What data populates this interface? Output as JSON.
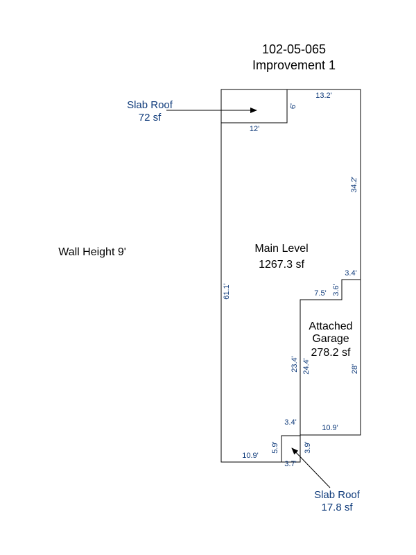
{
  "header": {
    "parcel": "102-05-065",
    "improvement": "Improvement 1"
  },
  "wall_height": "Wall Height 9'",
  "main_level": {
    "name": "Main Level",
    "area": "1267.3 sf"
  },
  "garage": {
    "name_line1": "Attached",
    "name_line2": "Garage",
    "area": "278.2 sf"
  },
  "slab_roof_top": {
    "name": "Slab Roof",
    "area": "72 sf"
  },
  "slab_roof_bottom": {
    "name": "Slab Roof",
    "area": "17.8 sf"
  },
  "dimensions": {
    "top_right": "13.2'",
    "slab_side": "6'",
    "slab_bottom": "12'",
    "right_side": "34.2'",
    "left_side": "61.1'",
    "step_top": "3.4'",
    "step_side": "3.6'",
    "garage_top": "7.5'",
    "garage_left_outer": "23.4'",
    "garage_left_inner": "24.4'",
    "garage_right": "28'",
    "garage_bottom": "10.9'",
    "notch_top": "3.4'",
    "notch_left": "5.9'",
    "notch_right": "3.9'",
    "notch_bottom": "3.7'",
    "bottom_left": "10.9'"
  },
  "colors": {
    "line": "#000000",
    "dimension_text": "#0e3a7a",
    "background": "#ffffff"
  }
}
